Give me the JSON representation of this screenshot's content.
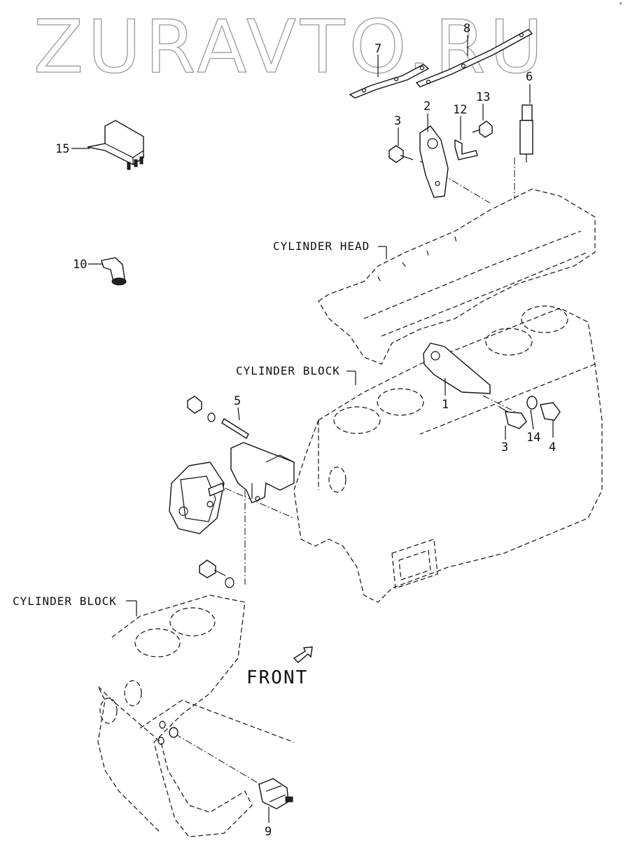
{
  "watermark": "ZURAVTO.RU",
  "corner_mark": "°",
  "labels": {
    "cylinder_head": "CYLINDER HEAD",
    "cylinder_block_upper": "CYLINDER BLOCK",
    "cylinder_block_lower": "CYLINDER BLOCK",
    "front": "FRONT"
  },
  "callouts": [
    "1",
    "2",
    "3",
    "3",
    "4",
    "5",
    "6",
    "7",
    "8",
    "9",
    "10",
    "12",
    "13",
    "14",
    "15"
  ],
  "colors": {
    "line": "#111111",
    "watermark": "#9a9a9a",
    "background": "#ffffff"
  }
}
